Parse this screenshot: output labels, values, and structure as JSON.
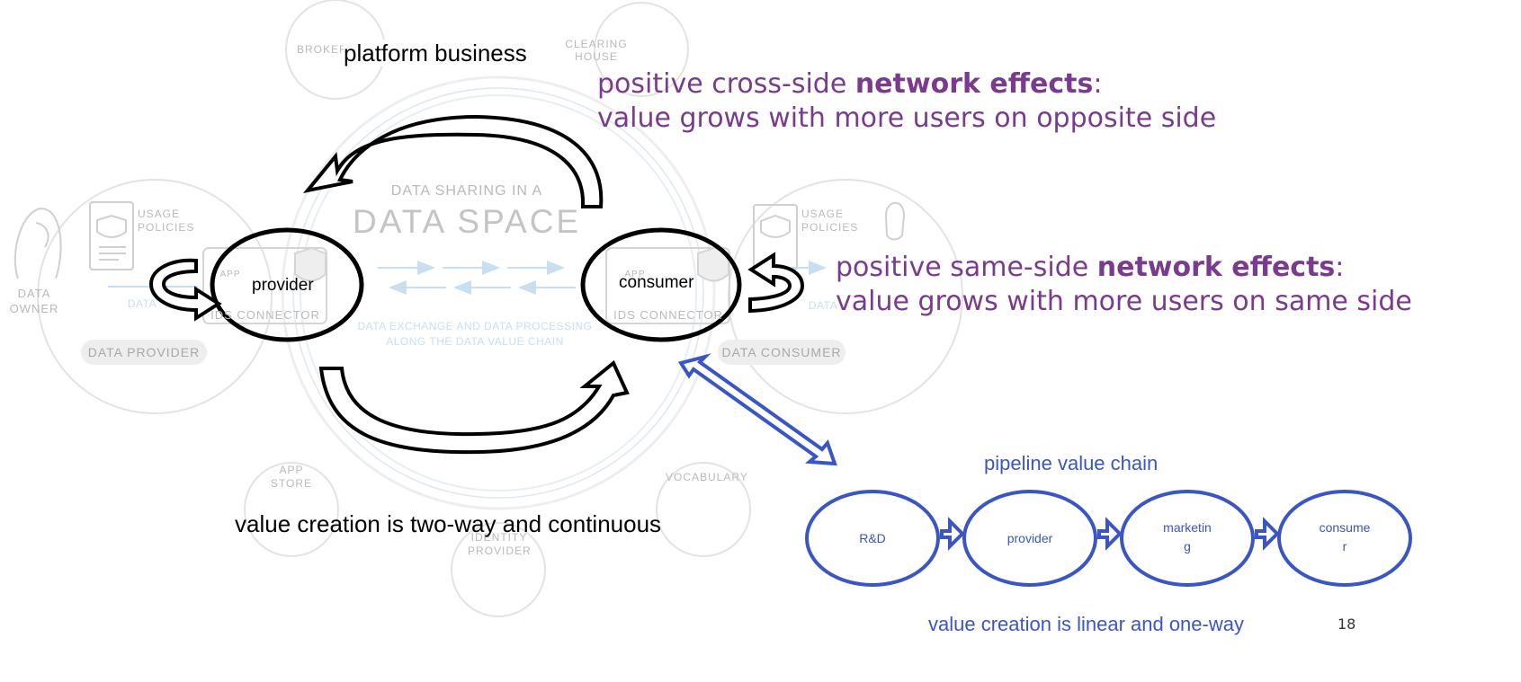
{
  "background": {
    "broker": "BROKER",
    "clearing_house": "CLEARING HOUSE",
    "title_small": "DATA SHARING IN A",
    "title_large": "DATA SPACE",
    "subtitle_line1": "DATA EXCHANGE AND DATA PROCESSING",
    "subtitle_line2": "ALONG THE DATA VALUE CHAIN",
    "usage_policies_left": "USAGE POLICIES",
    "usage_policies_right": "USAGE POLICIES",
    "data_owner": "DATA OWNER",
    "data_left": "DATA",
    "data_right": "DATA",
    "app_left": "APP",
    "app_right": "APP",
    "ids_connector_left": "IDS CONNECTOR",
    "ids_connector_right": "IDS CONNECTOR",
    "data_provider": "DATA PROVIDER",
    "data_consumer": "DATA CONSUMER",
    "app_store": "APP STORE",
    "vocabulary": "VOCABULARY",
    "identity_provider": "IDENTITY PROVIDER"
  },
  "platform": {
    "label": "platform business",
    "provider": "provider",
    "consumer": "consumer",
    "caption": "value creation is two-way and continuous"
  },
  "cross_side": {
    "line1_prefix": "positive cross-side ",
    "line1_bold": "network effects",
    "line1_suffix": ":",
    "line2": "value grows with more users  on opposite side"
  },
  "same_side": {
    "line1_prefix": "positive same-side ",
    "line1_bold": "network effects",
    "line1_suffix": ":",
    "line2": "value grows with more users  on same side"
  },
  "pipeline": {
    "title": "pipeline value chain",
    "nodes": [
      {
        "line1": "R&D",
        "line2": ""
      },
      {
        "line1": "provider",
        "line2": ""
      },
      {
        "line1": "marketin",
        "line2": "g"
      },
      {
        "line1": "consume",
        "line2": "r"
      }
    ],
    "caption": "value creation is linear and one-way"
  },
  "page_number": "18",
  "colors": {
    "purple": "#7a3b8f",
    "pipeline_blue": "#3a55c4",
    "ghost_gray": "#b9b9b9",
    "ghost_blue": "#c7dff0"
  }
}
